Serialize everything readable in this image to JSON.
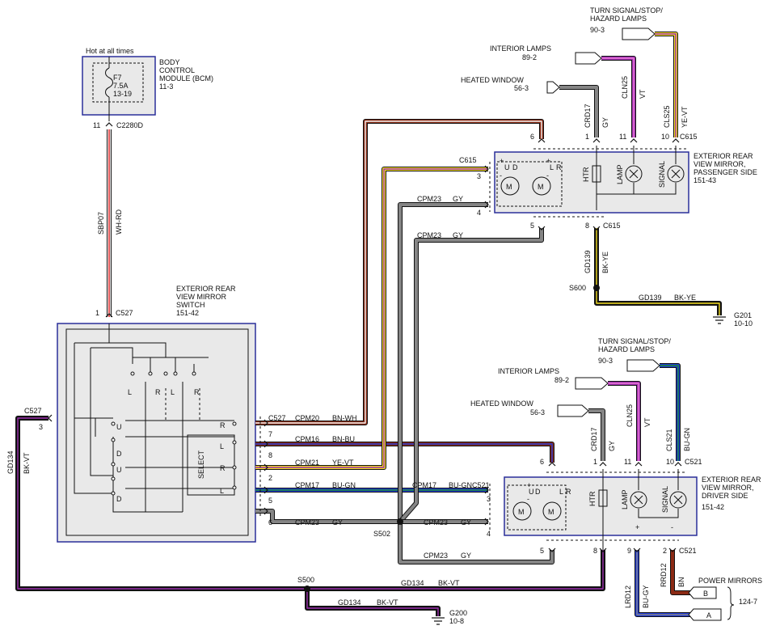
{
  "colors": {
    "component_fill": "#e9e9e9",
    "component_border": "#2a2f9a",
    "wire_outline": "#111111",
    "BN": "#8b2a14",
    "RD": "#d81818",
    "WH": "#f4f4f4",
    "BU": "#1f3ad6",
    "VT": "#9b2fae",
    "YE": "#f2dc21",
    "GN": "#1d8a2c",
    "GY": "#858585",
    "BK": "#111111",
    "PK": "#f07ad7"
  },
  "power": {
    "label": "Hot at all times",
    "fuse_name": "F7",
    "fuse_rating": "7.5A",
    "fuse_ref": "13-19",
    "bcm_line1": "BODY",
    "bcm_line2": "CONTROL",
    "bcm_line3": "MODULE (BCM)",
    "bcm_ref": "11-3",
    "pin": "11",
    "connector": "C2280D",
    "wire_circuit": "SBP07",
    "wire_color": "WH-RD"
  },
  "switch": {
    "line1": "EXTERIOR REAR",
    "line2": "VIEW MIRROR",
    "line3": "SWITCH",
    "ref": "151-42",
    "top_pin": "1",
    "top_connector": "C527",
    "left_connector": "C527",
    "left_pin": "3",
    "right_connector": "C527",
    "sel_R1": "R",
    "sel_L1": "L",
    "sel_R2": "R",
    "sel_L2": "L",
    "select_label": "SELECT",
    "dir_L1": "L",
    "dir_R1": "R",
    "dir_L2": "L",
    "dir_R2": "R",
    "ud_U1": "U",
    "ud_D1": "D",
    "ud_U2": "U",
    "ud_D2": "D"
  },
  "switch_wires": [
    {
      "pin": "7",
      "circuit": "CPM20",
      "color": "BN-WH"
    },
    {
      "pin": "8",
      "circuit": "CPM16",
      "color": "BN-BU"
    },
    {
      "pin": "2",
      "circuit": "CPM21",
      "color": "YE-VT"
    },
    {
      "pin": "5",
      "circuit": "CPM17",
      "color": "BU-GN"
    },
    {
      "pin": "6",
      "circuit": "CPM23",
      "color": "GY"
    }
  ],
  "passenger": {
    "line1": "EXTERIOR REAR",
    "line2": "VIEW MIRROR,",
    "line3": "PASSENGER SIDE",
    "ref": "151-43",
    "left_connector": "C615",
    "left_pin_3": "3",
    "left_pin_4": "4",
    "top_pin_6": "6",
    "top_pin_1": "1",
    "top_pin_11": "11",
    "top_pin_10": "10",
    "top_connector": "C615",
    "bottom_pin_5": "5",
    "bottom_pin_8": "8",
    "bottom_connector": "C615",
    "htr": "HTR",
    "lamp": "LAMP",
    "signal": "SIGNAL",
    "motor": "M",
    "u": "U",
    "d": "D",
    "l": "L",
    "r": "R",
    "plus": "+",
    "minus": "-"
  },
  "passenger_feeds": {
    "turn_line1": "TURN SIGNAL/STOP/",
    "turn_line2": "HAZARD LAMPS",
    "turn_ref": "90-3",
    "int_label": "INTERIOR LAMPS",
    "int_ref": "89-2",
    "heat_label": "HEATED WINDOW",
    "heat_ref": "56-3",
    "w1_circuit": "CRD17",
    "w1_color": "GY",
    "w11_circuit": "CLN25",
    "w11_color": "VT",
    "w10_circuit": "CLS25",
    "w10_color": "YE-VT",
    "gnd_circuit": "GD139",
    "gnd_color": "BK-YE",
    "splice": "S600",
    "ground": "G201",
    "ground_ref": "10-10",
    "cpm23_a": "CPM23",
    "cpm23_a_color": "GY",
    "cpm23_b": "CPM23",
    "cpm23_b_color": "GY"
  },
  "driver": {
    "line1": "EXTERIOR REAR",
    "line2": "VIEW MIRROR,",
    "line3": "DRIVER SIDE",
    "ref": "151-42",
    "left_connector": "C521",
    "left_pin_3": "3",
    "left_pin_4": "4",
    "top_pin_6": "6",
    "top_pin_1": "1",
    "top_pin_11": "11",
    "top_pin_10": "10",
    "top_connector": "C521",
    "bottom_pin_5": "5",
    "bottom_pin_8": "8",
    "bottom_pin_9": "9",
    "bottom_pin_2": "2",
    "bottom_connector": "C521",
    "htr": "HTR",
    "lamp": "LAMP",
    "signal": "SIGNAL",
    "motor": "M",
    "u": "U",
    "d": "D",
    "l": "L",
    "r": "R",
    "plus": "+",
    "minus": "-"
  },
  "driver_feeds": {
    "turn_line1": "TURN SIGNAL/STOP/",
    "turn_line2": "HAZARD LAMPS",
    "turn_ref": "90-3",
    "int_label": "INTERIOR LAMPS",
    "int_ref": "89-2",
    "heat_label": "HEATED WINDOW",
    "heat_ref": "56-3",
    "w1_circuit": "CRD17",
    "w1_color": "GY",
    "w11_circuit": "CLN25",
    "w11_color": "VT",
    "w10_circuit": "CLS21",
    "w10_color": "BU-GN",
    "w9_circuit": "LRD12",
    "w9_color": "BU-GY",
    "w2_circuit": "RRD12",
    "w2_color": "BN",
    "pm_label": "POWER MIRRORS",
    "pm_ref": "124-7",
    "pm_a": "A",
    "pm_b": "B",
    "cpm17": "CPM17",
    "cpm17_color": "BU-GN",
    "cpm23_a": "CPM23",
    "cpm23_a_color": "GY",
    "cpm23_b": "CPM23",
    "cpm23_b_color": "GY",
    "splice": "S502"
  },
  "ground_main": {
    "circuit_left": "GD134",
    "color_left": "BK-VT",
    "circuit_bottom": "GD134",
    "color_bottom": "BK-VT",
    "circuit_mid": "GD134",
    "color_mid": "BK-VT",
    "splice": "S500",
    "ground": "G200",
    "ground_ref": "10-8"
  }
}
